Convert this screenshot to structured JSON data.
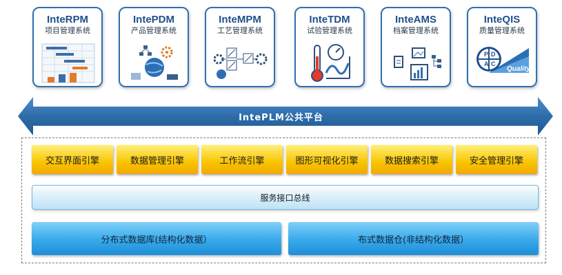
{
  "modules": [
    {
      "name": "InteRPM",
      "subtitle": "项目管理系统",
      "icon": "gantt-chart-icon"
    },
    {
      "name": "IntePDM",
      "subtitle": "产品管理系统",
      "icon": "globe-gears-icon"
    },
    {
      "name": "InteMPM",
      "subtitle": "工艺管理系统",
      "icon": "process-flow-icon"
    },
    {
      "name": "InteTDM",
      "subtitle": "试验管理系统",
      "icon": "thermometer-gauge-icon"
    },
    {
      "name": "InteAMS",
      "subtitle": "档案管理系统",
      "icon": "archive-chart-icon"
    },
    {
      "name": "InteQIS",
      "subtitle": "质量管理系统",
      "icon": "pdca-quality-icon",
      "icon_text": [
        "P",
        "D",
        "C",
        "A",
        "Quality"
      ]
    }
  ],
  "platform": {
    "label": "IntePLM公共平台"
  },
  "engines": [
    "交互界面引擎",
    "数据管理引擎",
    "工作流引擎",
    "图形可视化引擎",
    "数据搜索引擎",
    "安全管理引擎"
  ],
  "bus": {
    "label": "服务接口总线"
  },
  "databases": [
    "分布式数据库(结构化数据）",
    "布式数据仓(非结构化数据）"
  ],
  "colors": {
    "module_border": "#2f6fb0",
    "arrow": "#2e6ca8",
    "engine": "#f9c400",
    "bus": "#bfe3f7",
    "database": "#38a9ea"
  }
}
